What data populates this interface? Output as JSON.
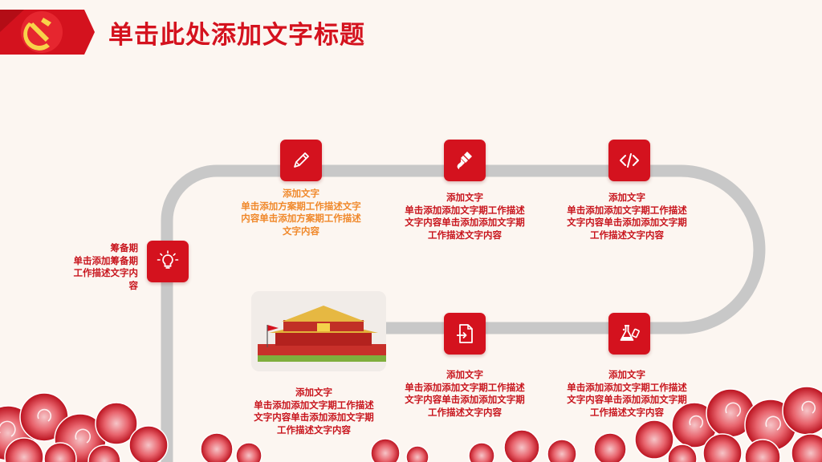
{
  "title": "单击此处添加文字标题",
  "colors": {
    "accent": "#d4121e",
    "orange": "#f0882a",
    "track": "#c8c8c8",
    "background": "#fcf6f1"
  },
  "start": {
    "icon": "lightbulb-icon",
    "heading": "筹备期",
    "lines": [
      "单击添加筹备期",
      "工作描述文字内",
      "容"
    ]
  },
  "steps": [
    {
      "icon": "pen-icon",
      "heading": "添加文字",
      "lines": [
        "单击添加方案期工作描述文字",
        "内容单击添加方案期工作描述",
        "文字内容"
      ]
    },
    {
      "icon": "brush-icon",
      "heading": "添加文字",
      "lines": [
        "单击添加添加文字期工作描述",
        "文字内容单击添加添加文字期",
        "工作描述文字内容"
      ]
    },
    {
      "icon": "code-icon",
      "heading": "添加文字",
      "lines": [
        "单击添加添加文字期工作描述",
        "文字内容单击添加添加文字期",
        "工作描述文字内容"
      ]
    },
    {
      "icon": "lab-icon",
      "heading": "添加文字",
      "lines": [
        "单击添加添加文字期工作描述",
        "文字内容单击添加添加文字期",
        "工作描述文字内容"
      ]
    },
    {
      "icon": "login-icon",
      "heading": "添加文字",
      "lines": [
        "单击添加添加文字期工作描述",
        "文字内容单击添加添加文字期",
        "工作描述文字内容"
      ]
    },
    {
      "icon": "tiananmen-photo",
      "heading": "添加文字",
      "lines": [
        "单击添加添加文字期工作描述",
        "文字内容单击添加添加文字期",
        "工作描述文字内容"
      ]
    }
  ]
}
